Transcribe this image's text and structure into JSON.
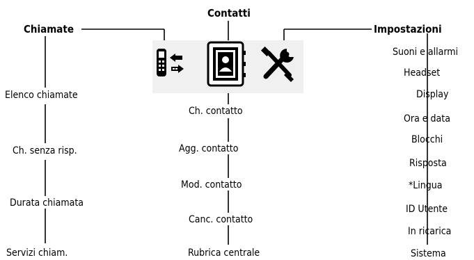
{
  "chiamate": {
    "header": "Chiamate",
    "items": [
      "Elenco chiamate",
      "Ch. senza risp.",
      "Durata chiamata",
      "Servizi chiam."
    ]
  },
  "contatti": {
    "header": "Contatti",
    "items": [
      "Ch. contatto",
      "Agg. contatto",
      "Mod. contatto",
      "Canc. contatto",
      "Rubrica centrale"
    ]
  },
  "impostazioni": {
    "header": "Impostazioni",
    "items": [
      "Suoni e allarmi",
      "Headset",
      "Display",
      "Ora e data",
      "Blocchi",
      "Risposta",
      "*Lingua",
      "ID Utente",
      "In ricarica",
      "Sistema"
    ]
  },
  "icons": {
    "calls": "phone-calls-icon",
    "contacts": "contact-book-icon",
    "settings": "wrench-screwdriver-icon"
  }
}
